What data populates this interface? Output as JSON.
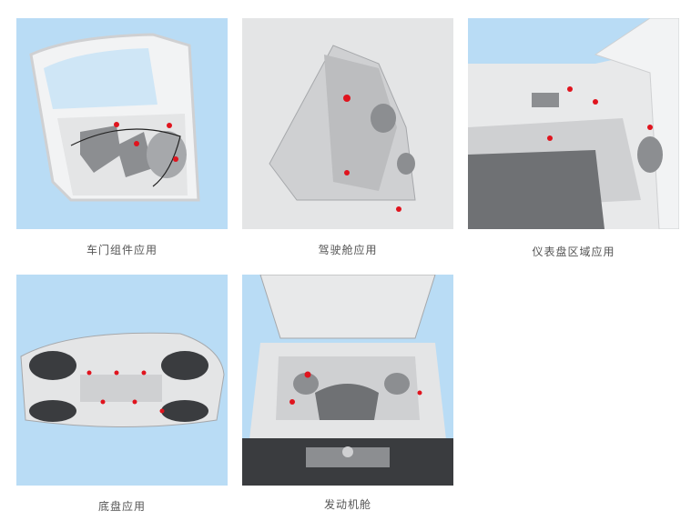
{
  "captions": {
    "door": "车门组件应用",
    "cabin": "驾驶舱应用",
    "dashboard": "仪表盘区域应用",
    "underbody": "底盘应用",
    "engine": "发动机舱"
  },
  "colors": {
    "sky": "#b9dcf5",
    "body_light": "#e8e9ea",
    "body_mid": "#cfd0d2",
    "body_dark": "#8c8e91",
    "accent_red": "#e0141e"
  }
}
